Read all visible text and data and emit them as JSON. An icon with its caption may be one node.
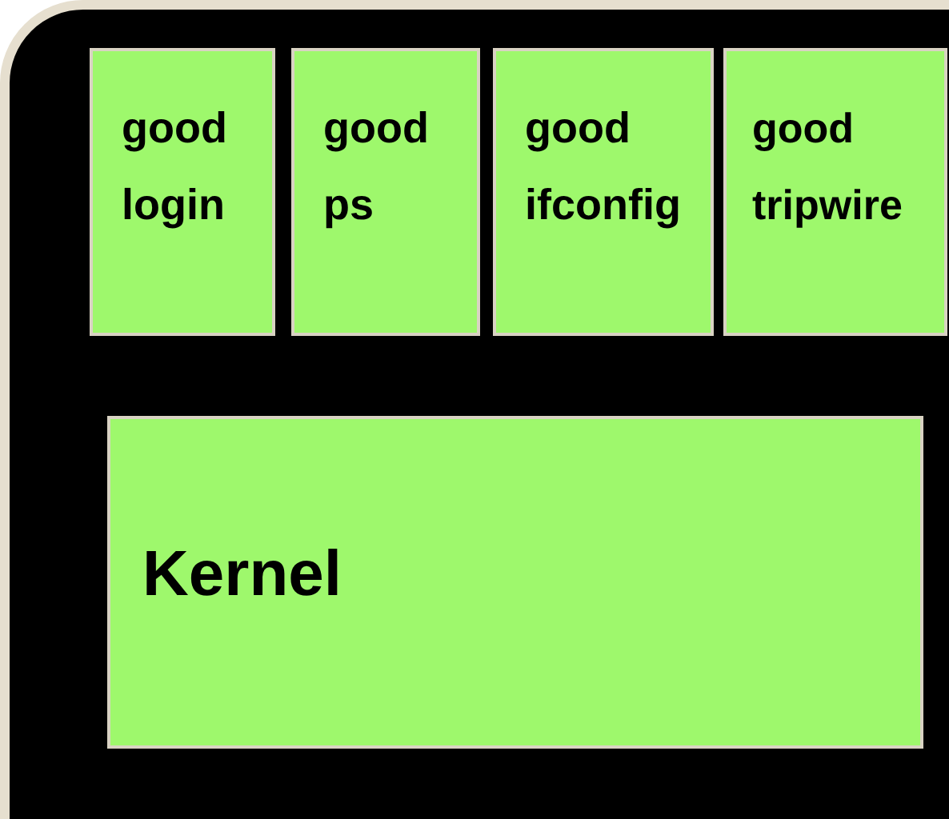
{
  "diagram": {
    "nodes": [
      {
        "text": [],
        "shape": "box"
      },
      {
        "text": [
          "good login"
        ],
        "in": 0
      },
      {
        "text": [
          "good ps"
        ],
        "in": 0
      },
      {
        "text": [
          "good ifconfig"
        ],
        "in": 0
      },
      {
        "text": [
          "good tripwire"
        ],
        "in": 0
      },
      {
        "text": [
          "Kernel"
        ],
        "in": 0
      }
    ]
  }
}
